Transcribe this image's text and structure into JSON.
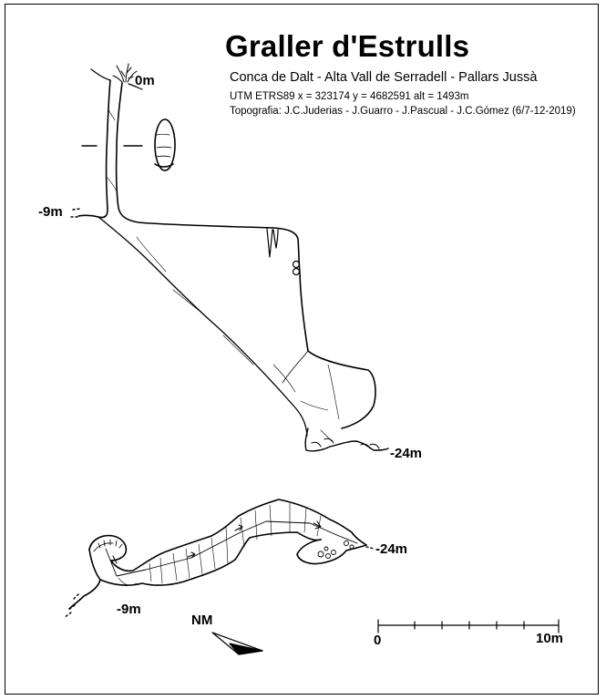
{
  "header": {
    "title": "Graller d'Estrulls",
    "subtitle": "Conca de Dalt - Alta Vall de Serradell - Pallars Jussà",
    "utm": "UTM ETRS89  x = 323174   y = 4682591   alt = 1493m",
    "survey": "Topografia: J.C.Juderias - J.Guarro - J.Pascual - J.C.Gómez (6/7-12-2019)"
  },
  "section": {
    "depth_labels": [
      "0m",
      "-9m",
      "-24m"
    ]
  },
  "plan": {
    "depth_labels": [
      "-9m",
      "-24m"
    ],
    "north": "NM"
  },
  "scale": {
    "start": "0",
    "end": "10m"
  },
  "colors": {
    "ink": "#000000",
    "paper": "#ffffff"
  }
}
